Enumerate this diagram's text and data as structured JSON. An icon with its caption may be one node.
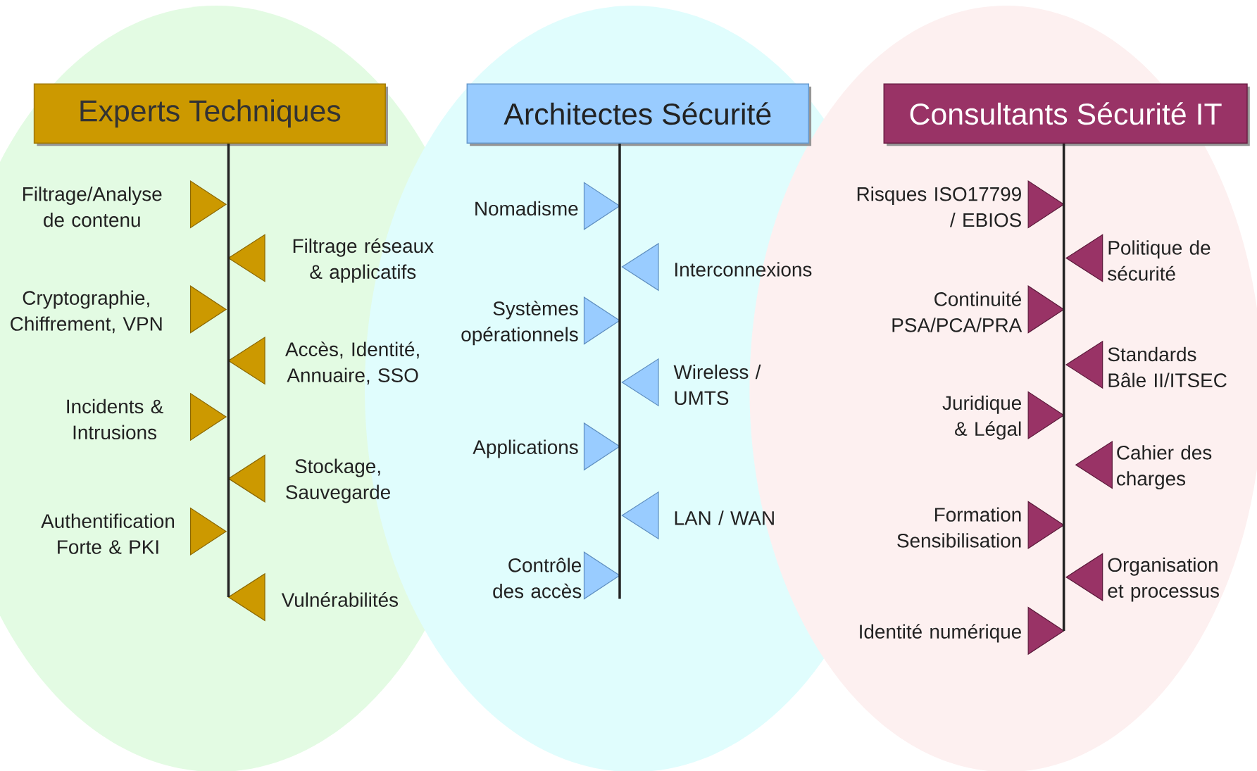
{
  "diagram": {
    "nodes": [
      {
        "text": [
          "Experts Techniques"
        ]
      },
      {
        "text": [
          "Architectes Sécurité"
        ]
      },
      {
        "text": [
          "Consultants Sécurité IT"
        ]
      },
      {
        "text": [],
        "shape": "triangle",
        "beside": [
          "Filtrage/Analyse de contenu"
        ]
      },
      {
        "text": [],
        "shape": "triangle",
        "beside": [
          "Filtrage réseaux & applicatifs"
        ]
      },
      {
        "text": [],
        "shape": "triangle",
        "beside": [
          "Cryptographie, Chiffrement, VPN"
        ]
      },
      {
        "text": [],
        "shape": "triangle",
        "beside": [
          "Accès, Identité, Annuaire, SSO"
        ]
      },
      {
        "text": [],
        "shape": "triangle",
        "beside": [
          "Incidents & Intrusions"
        ]
      },
      {
        "text": [],
        "shape": "triangle",
        "beside": [
          "Stockage, Sauvegarde"
        ]
      },
      {
        "text": [],
        "shape": "triangle",
        "beside": [
          "Authentification Forte & PKI"
        ]
      },
      {
        "text": [],
        "shape": "triangle",
        "beside": [
          "Vulnérabilités"
        ]
      },
      {
        "text": [],
        "shape": "triangle",
        "beside": [
          "Nomadisme"
        ]
      },
      {
        "text": [],
        "shape": "triangle",
        "beside": [
          "Interconnexions"
        ]
      },
      {
        "text": [],
        "shape": "triangle",
        "beside": [
          "Systèmes opérationnels"
        ]
      },
      {
        "text": [],
        "shape": "triangle",
        "beside": [
          "Wireless / UMTS"
        ]
      },
      {
        "text": [],
        "shape": "triangle",
        "beside": [
          "Applications"
        ]
      },
      {
        "text": [],
        "shape": "triangle",
        "beside": [
          "LAN / WAN"
        ]
      },
      {
        "text": [],
        "shape": "triangle",
        "beside": [
          "Contrôle des accès"
        ]
      },
      {
        "text": [],
        "shape": "triangle",
        "beside": [
          "Risques ISO17799 / EBIOS"
        ]
      },
      {
        "text": [],
        "shape": "triangle",
        "beside": [
          "Politique de sécurité"
        ]
      },
      {
        "text": [],
        "shape": "triangle",
        "beside": [
          "Continuité PSA/PCA/PRA"
        ]
      },
      {
        "text": [],
        "shape": "triangle",
        "beside": [
          "Standards Bâle II/ITSEC"
        ]
      },
      {
        "text": [],
        "shape": "triangle",
        "beside": [
          "Juridique & Légal"
        ]
      },
      {
        "text": [],
        "shape": "triangle",
        "beside": [
          "Cahier des charges"
        ]
      },
      {
        "text": [],
        "shape": "triangle",
        "beside": [
          "Formation Sensibilisation"
        ]
      },
      {
        "text": [],
        "shape": "triangle",
        "beside": [
          "Organisation et processus"
        ]
      },
      {
        "text": [],
        "shape": "triangle",
        "beside": [
          "Identité numérique"
        ]
      }
    ],
    "edges": [
      {
        "from": 0,
        "to": 10,
        "arrow": "none"
      },
      {
        "from": 1,
        "to": 17,
        "arrow": "none"
      },
      {
        "from": 2,
        "to": 26,
        "arrow": "none"
      }
    ]
  }
}
